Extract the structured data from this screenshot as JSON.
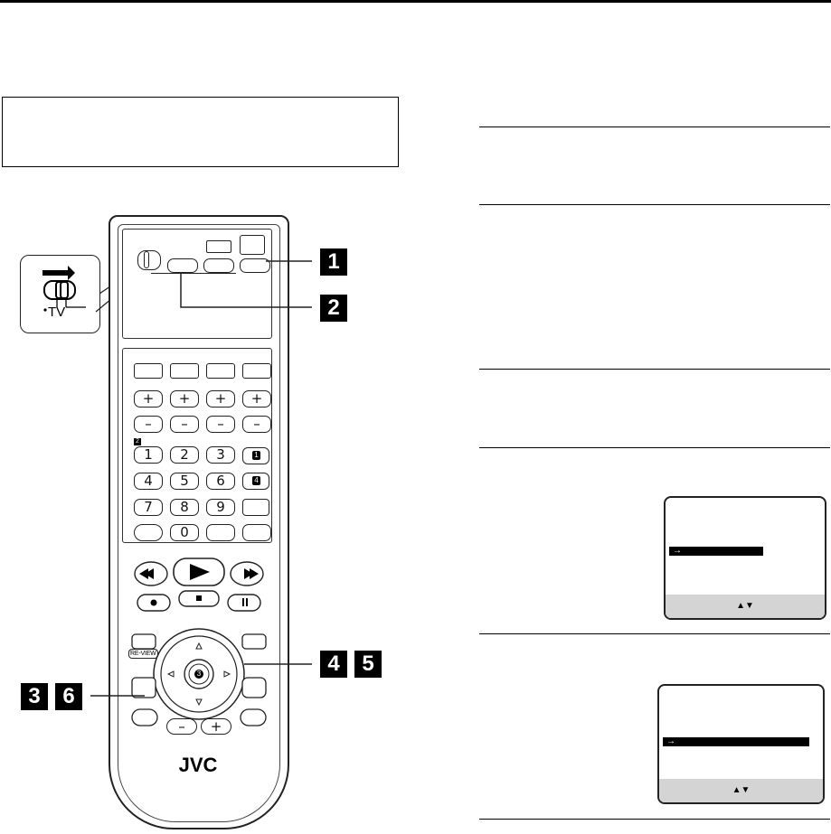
{
  "callouts": {
    "c1": "1",
    "c2": "2",
    "c3": "3",
    "c4": "4",
    "c5": "5",
    "c6": "6"
  },
  "remote": {
    "brand": "JVC",
    "switch_label": "TV",
    "number_keys": [
      "1",
      "2",
      "3",
      "4",
      "5",
      "6",
      "7",
      "8",
      "9",
      "0"
    ],
    "plus_label": "+",
    "minus_label": "–",
    "review_label": "RE-VIEW",
    "ok_badge": "3",
    "small_badge_2": "2",
    "badge_1": "1",
    "badge_4": "4"
  },
  "screens": {
    "first": {
      "highlight_arrow": "→",
      "footer": "▲▼"
    },
    "second": {
      "highlight_arrow": "→",
      "footer": "▲▼"
    }
  },
  "colors": {
    "ink": "#000000",
    "screen_footer": "#d4d4d4"
  }
}
